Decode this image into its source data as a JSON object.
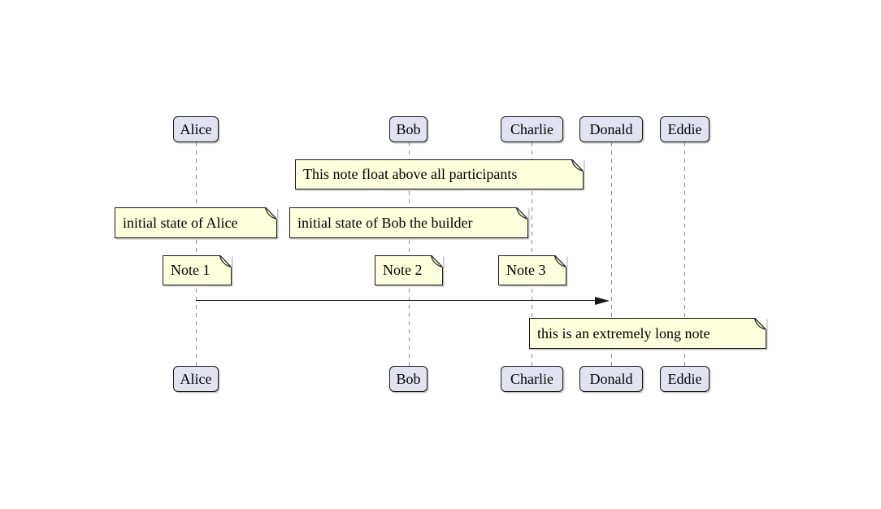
{
  "diagram_type": "sequence-diagram",
  "colors": {
    "background": "#FFFFFF",
    "participant_fill": "#E2E2F0",
    "participant_border": "#181818",
    "note_fill": "#FEFFDD",
    "note_border": "#181818",
    "lifeline": "#8A8A8A",
    "arrow": "#181818",
    "text": "#000000"
  },
  "participants": [
    {
      "name": "Alice"
    },
    {
      "name": "Bob"
    },
    {
      "name": "Charlie"
    },
    {
      "name": "Donald"
    },
    {
      "name": "Eddie"
    }
  ],
  "notes": [
    {
      "id": "floating-note",
      "text": "This note float above all participants"
    },
    {
      "id": "alice-initial-note",
      "text": "initial state of Alice"
    },
    {
      "id": "bob-initial-note",
      "text": "initial state of Bob the builder"
    },
    {
      "id": "note-1",
      "text": "Note 1"
    },
    {
      "id": "note-2",
      "text": "Note 2"
    },
    {
      "id": "note-3",
      "text": "Note 3"
    },
    {
      "id": "long-note",
      "text": "this is an extremely long note"
    }
  ],
  "messages": [
    {
      "from": "Alice",
      "to": "Donald",
      "label": ""
    }
  ]
}
